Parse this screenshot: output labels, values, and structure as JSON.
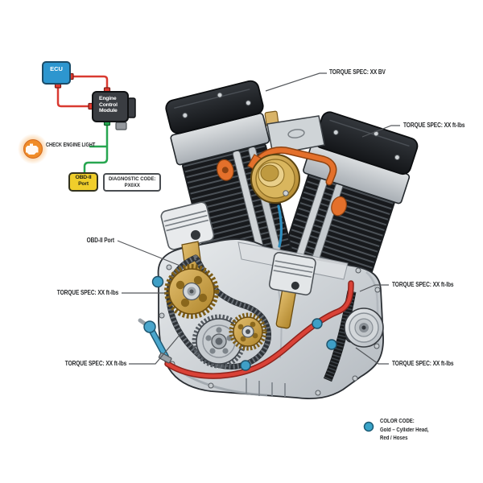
{
  "window": {
    "background": "#ffffff"
  },
  "flow_diagram": {
    "ecu": {
      "label": "ECU",
      "fill": "#2d96cf"
    },
    "ecm": {
      "lines": [
        "Engine",
        "Control",
        "Module"
      ],
      "fill": "#3a3d42"
    },
    "check_engine_light": {
      "label": "CHECK ENGINE LIGHT"
    },
    "obd_port": {
      "line1": "OBD-II",
      "line2": "Port",
      "fill": "#f0ce2b"
    },
    "diagnostic_code": {
      "line1": "DIAGNOSTIC CODE:",
      "line2": "PX0XX"
    },
    "wire_colors": {
      "ecu_to_ecm": "#d93a31",
      "ecm_to_obd": "#27a650"
    }
  },
  "callouts": {
    "top_right_1": "TORQUE SPEC: XX BV",
    "top_right_2": "TORQUE SPEC: XX ft-lbs",
    "left_obd": "OBD-II Port",
    "left_mid": "TORQUE SPEC: XX ft-lbs",
    "left_bottom": "TORQUE SPEC: XX ft-lbs",
    "right_mid": "TORQUE SPEC: XX ft-lbs",
    "right_bottom": "TORQUE SPEC: XX ft-lbs"
  },
  "legend": {
    "title": "COLOR CODE:",
    "line1": "Gold – Cyllider Head,",
    "line2": "Red / Hoses",
    "bullet_color": "#3aa4c8"
  },
  "engine_colors": {
    "gold_cylinder_head": "#c99c3f",
    "red_hoses": "#da4237",
    "blue_fittings": "#3f9fc6",
    "orange_manifold": "#e4702b"
  }
}
